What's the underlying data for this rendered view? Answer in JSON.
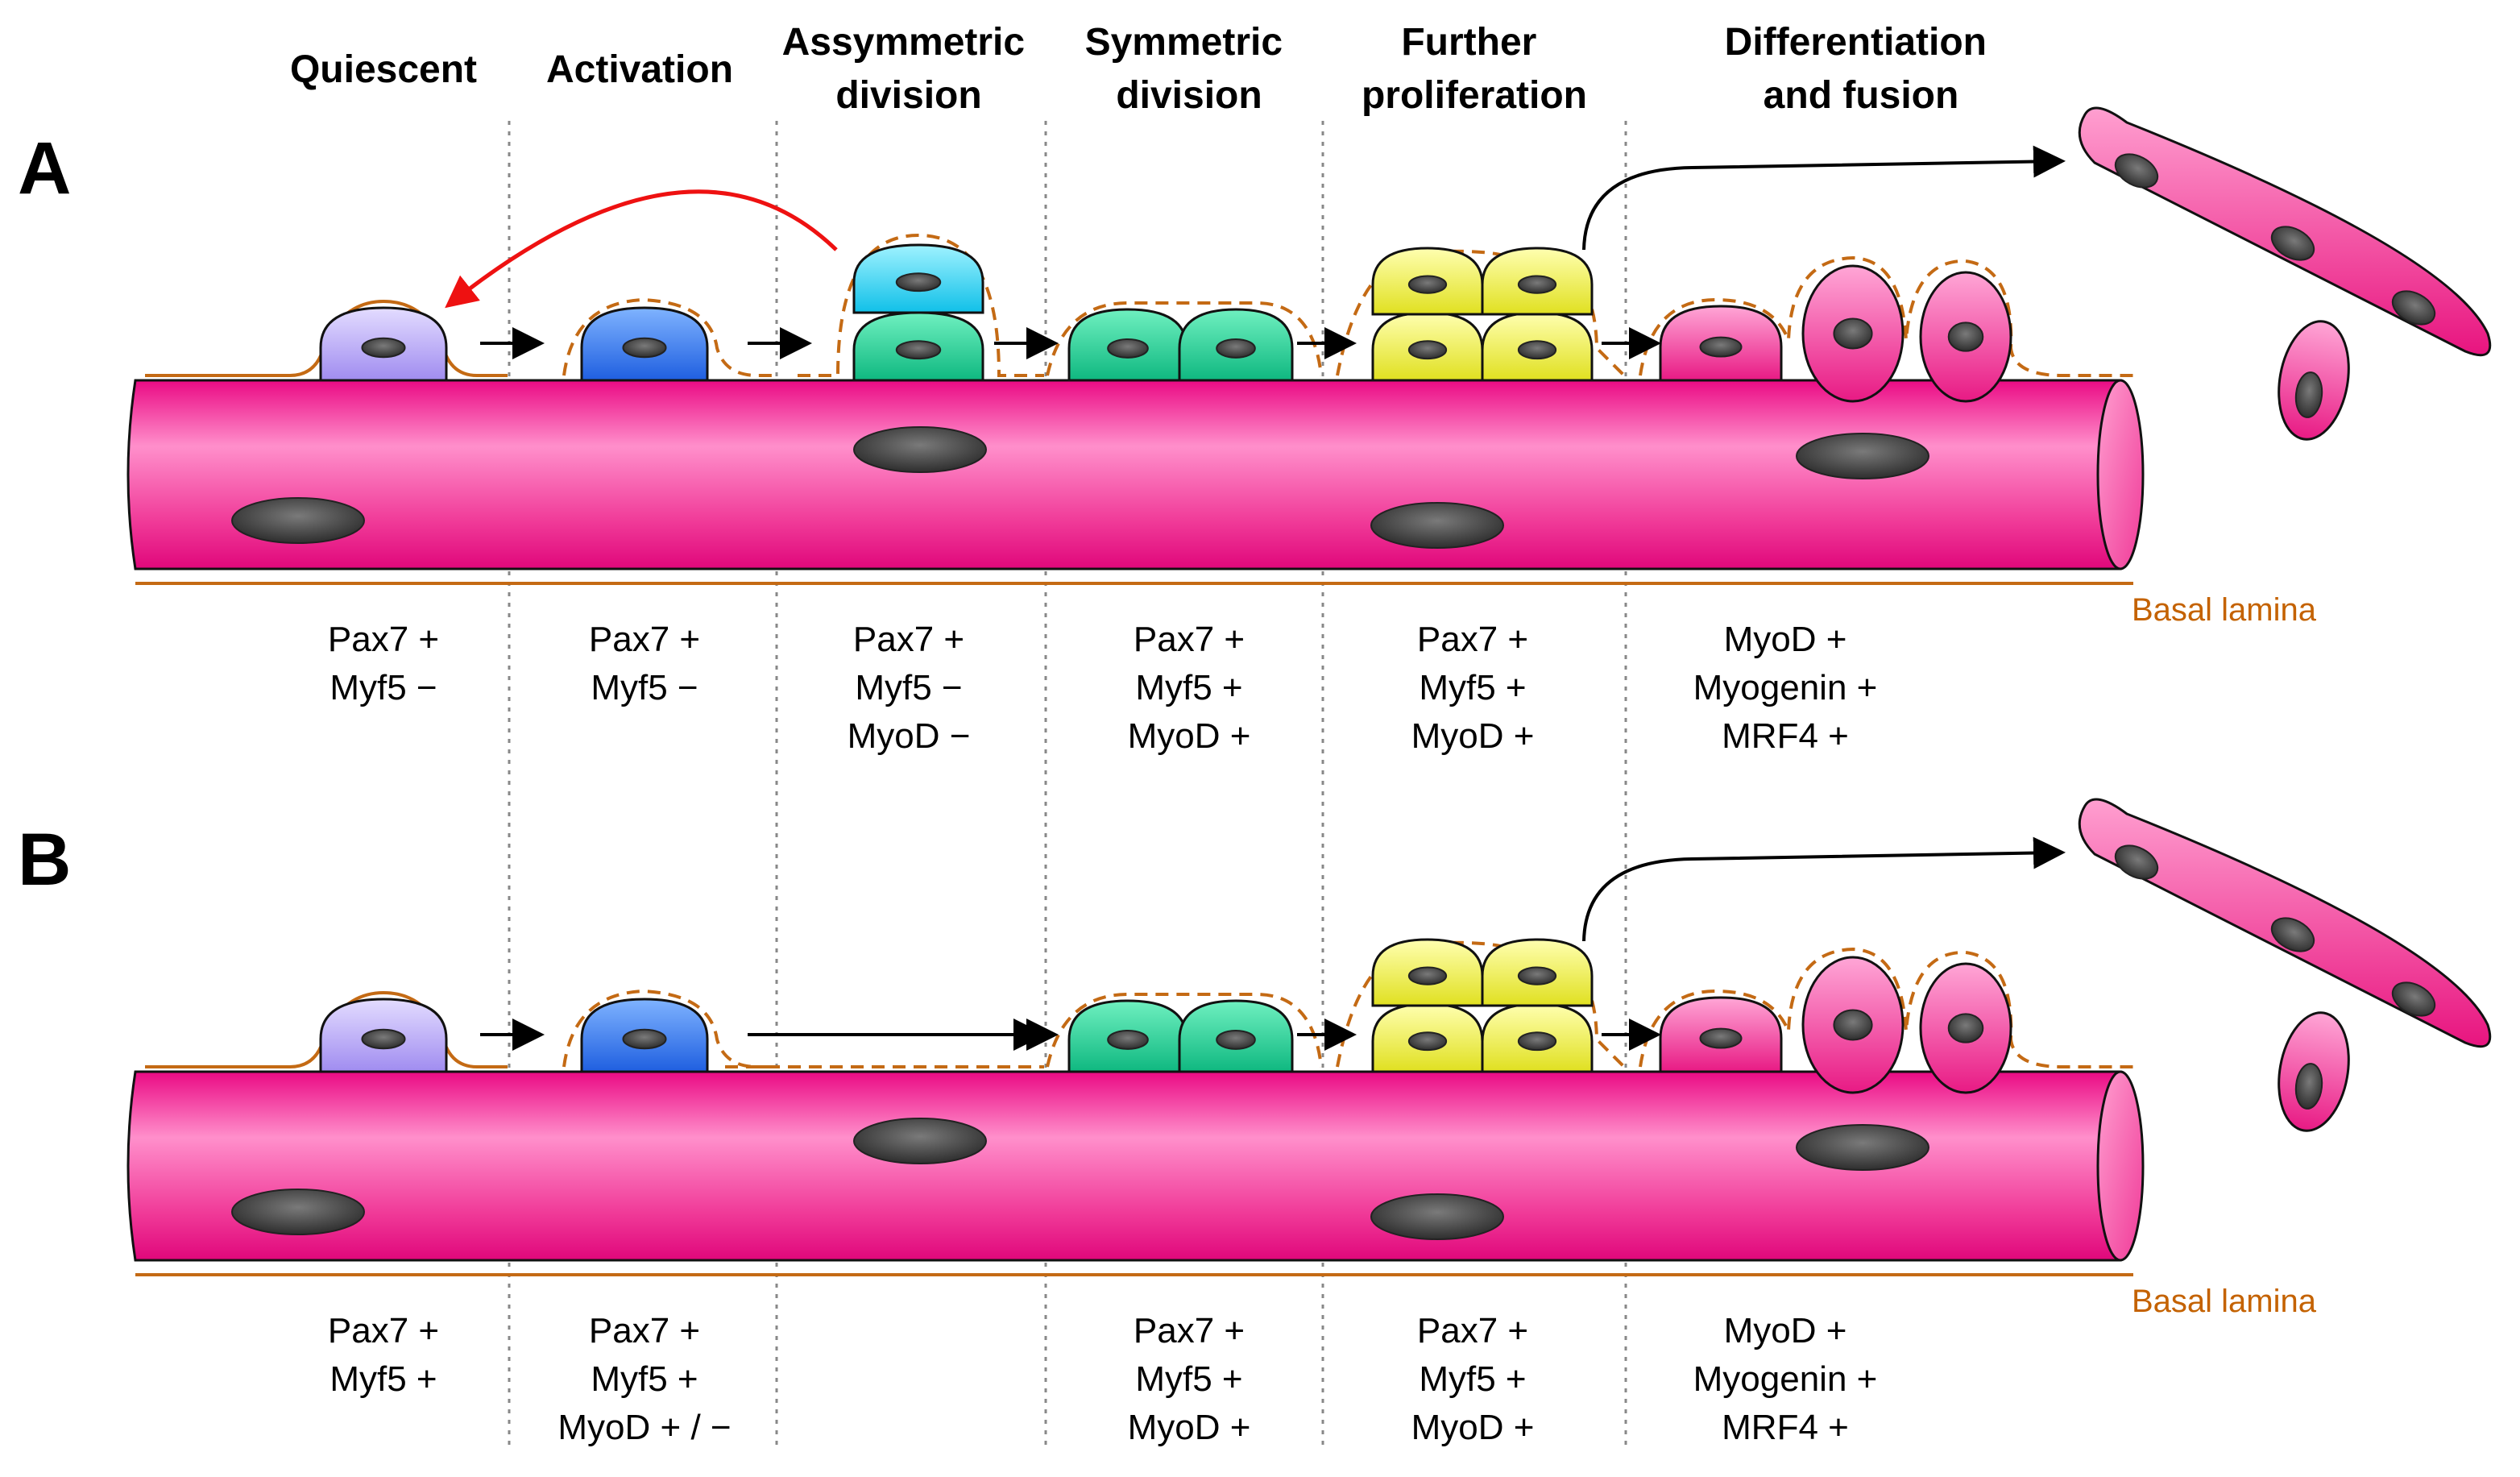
{
  "colors": {
    "fiber_main": "#ea0a84",
    "fiber_light": "#ff8fcb",
    "nucleus": "#4d4d4d",
    "basal_lamina": "#c46a14",
    "arrow": "#000000",
    "self_renewal_arrow": "#ee1111",
    "cell_quiescent": "#b6a6f4",
    "cell_activated": "#3a7ff0",
    "cell_stem_renewal": "#38d6f0",
    "cell_committed": "#1fd49a",
    "cell_proliferating": "#f1f15a",
    "cell_myocyte": "#f0509e"
  },
  "stage_titles": [
    [
      "Quiescent"
    ],
    [
      "Activation"
    ],
    [
      "Assymmetric",
      "division"
    ],
    [
      "Symmetric",
      "division"
    ],
    [
      "Further",
      "proliferation"
    ],
    [
      "Differentiation",
      "and fusion"
    ]
  ],
  "panels": [
    {
      "letter": "A",
      "lamina_label": "Basal lamina",
      "has_self_renewal_arrow": true,
      "markers": [
        [
          "Pax7 +",
          "Myf5 −"
        ],
        [
          "Pax7 +",
          "Myf5 −"
        ],
        [
          "Pax7 +",
          "Myf5 −",
          "MyoD −"
        ],
        [
          "Pax7 +",
          "Myf5 +",
          "MyoD +"
        ],
        [
          "Pax7 +",
          "Myf5 +",
          "MyoD +"
        ],
        [
          "MyoD +",
          "Myogenin +",
          "MRF4 +"
        ]
      ]
    },
    {
      "letter": "B",
      "lamina_label": "Basal lamina",
      "has_self_renewal_arrow": false,
      "markers": [
        [
          "Pax7 +",
          "Myf5 +"
        ],
        [
          "Pax7 +",
          "Myf5 +",
          "MyoD + / −"
        ],
        [],
        [
          "Pax7 +",
          "Myf5 +",
          "MyoD +"
        ],
        [
          "Pax7 +",
          "Myf5 +",
          "MyoD +"
        ],
        [
          "MyoD +",
          "Myogenin +",
          "MRF4 +"
        ]
      ]
    }
  ]
}
